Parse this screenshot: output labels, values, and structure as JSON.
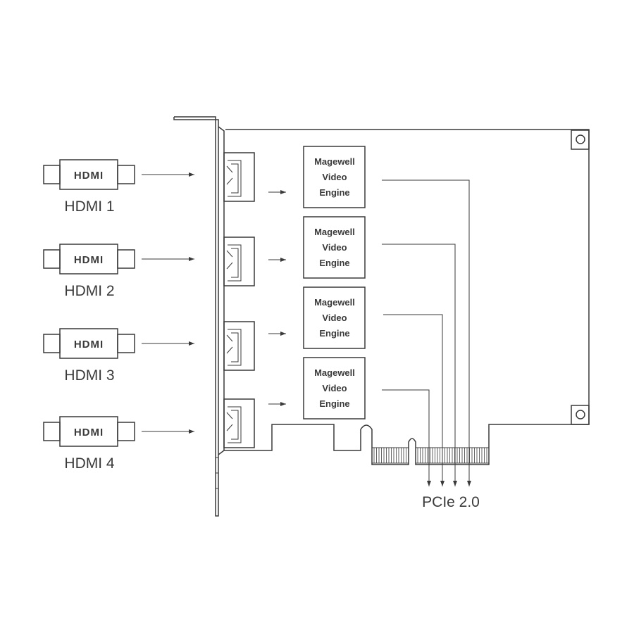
{
  "inputs": [
    {
      "logo": "HDMI",
      "label": "HDMI 1"
    },
    {
      "logo": "HDMI",
      "label": "HDMI 2"
    },
    {
      "logo": "HDMI",
      "label": "HDMI 3"
    },
    {
      "logo": "HDMI",
      "label": "HDMI 4"
    }
  ],
  "engines": [
    {
      "line1": "Magewell",
      "line2": "Video",
      "line3": "Engine"
    },
    {
      "line1": "Magewell",
      "line2": "Video",
      "line3": "Engine"
    },
    {
      "line1": "Magewell",
      "line2": "Video",
      "line3": "Engine"
    },
    {
      "line1": "Magewell",
      "line2": "Video",
      "line3": "Engine"
    }
  ],
  "bus": {
    "label": "PCIe 2.0"
  },
  "colors": {
    "line": "#3a3a3a",
    "background": "#ffffff"
  }
}
